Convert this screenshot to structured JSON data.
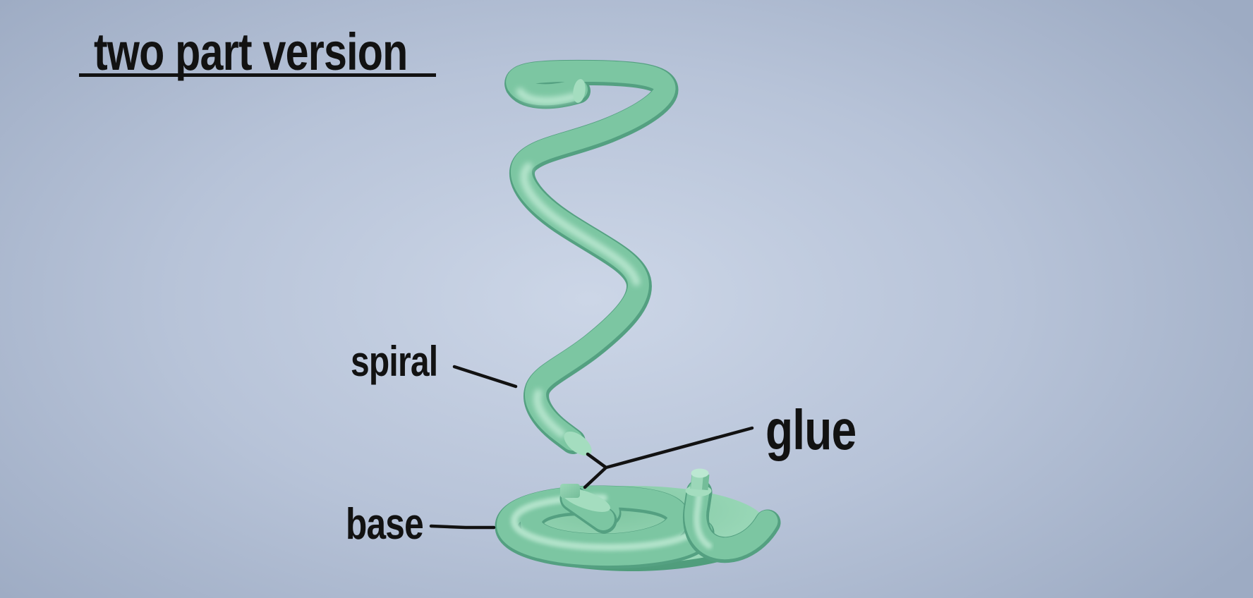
{
  "title": "two part version",
  "annotations": {
    "spiral": "spiral",
    "glue": "glue",
    "base": "base"
  },
  "colors": {
    "bg_center": "#ccd6e7",
    "bg_mid": "#b7c3d8",
    "bg_edge": "#9dabc3",
    "tube_dark": "#54a081",
    "tube_main": "#7cc6a2",
    "tube_highlight": "#bce8d2",
    "tube_face": "#a4ddbf",
    "disc_top_inner": "#7fc6a1",
    "disc_top_outer": "#99d7b7",
    "disc_side": "#5aa886",
    "disc_side_dark": "#4f9c7b",
    "peg_light": "#9bd7b8",
    "peg_dark": "#74bd99",
    "label_ink": "#121212"
  }
}
